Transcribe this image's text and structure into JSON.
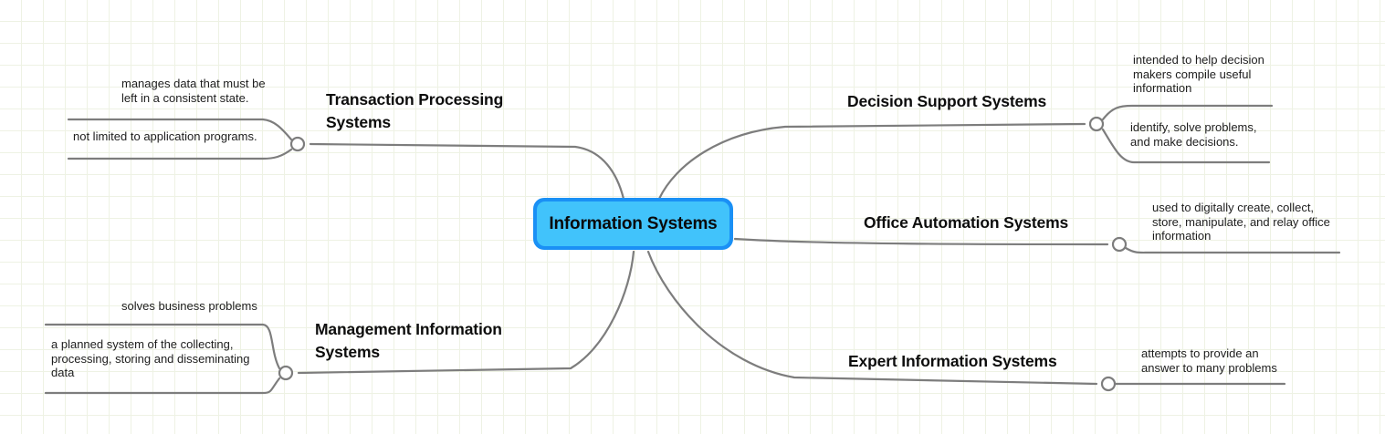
{
  "diagram": {
    "type": "mind-map",
    "center": {
      "label": "Information Systems",
      "fill": "#41c3fb",
      "border": "#1a90f5"
    },
    "wire_color": "#7d7d7d",
    "grid_color": "#eef2e4",
    "branches": [
      {
        "id": "tps",
        "title": "Transaction Processing\nSystems",
        "side": "left",
        "leaves": [
          "manages data that must be\nleft in a consistent state.",
          "not limited to application programs."
        ]
      },
      {
        "id": "mis",
        "title": "Management Information\nSystems",
        "side": "left",
        "leaves": [
          "solves business problems",
          "a planned system of the collecting,\nprocessing, storing and disseminating\ndata"
        ]
      },
      {
        "id": "dss",
        "title": "Decision Support Systems",
        "side": "right",
        "leaves": [
          "intended to help decision\nmakers compile useful\ninformation",
          "identify, solve problems,\nand make decisions."
        ]
      },
      {
        "id": "oas",
        "title": "Office Automation Systems",
        "side": "right",
        "leaves": [
          "used to digitally create, collect,\nstore, manipulate, and relay office\ninformation"
        ]
      },
      {
        "id": "eis",
        "title": "Expert Information Systems",
        "side": "right",
        "leaves": [
          "attempts to provide an\nanswer to many problems"
        ]
      }
    ]
  }
}
